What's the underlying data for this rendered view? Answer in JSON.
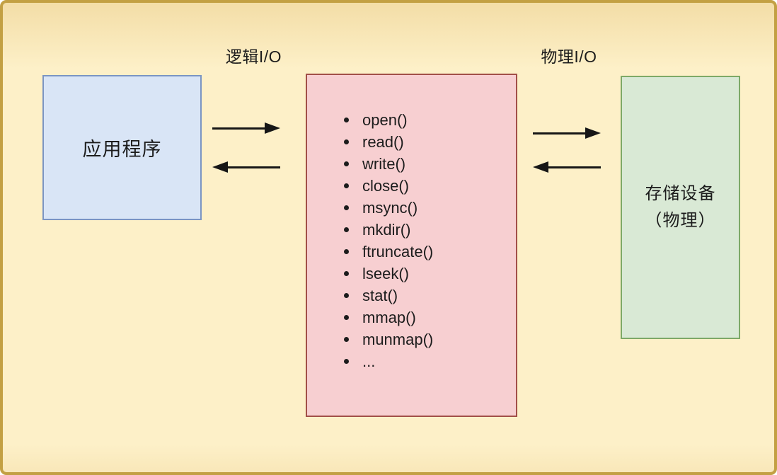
{
  "diagram": {
    "labels": {
      "logical_io": "逻辑I/O",
      "physical_io": "物理I/O"
    },
    "app_box": {
      "label": "应用程序"
    },
    "syscall_box": {
      "items": [
        "open()",
        "read()",
        "write()",
        "close()",
        "msync()",
        "mkdir()",
        "ftruncate()",
        "lseek()",
        "stat()",
        "mmap()",
        "munmap()",
        "..."
      ]
    },
    "storage_box": {
      "label_line1": "存储设备",
      "label_line2": "（物理）"
    },
    "colors": {
      "background": "#fdf0c8",
      "frame_border": "#c3a043",
      "app_fill": "#d9e5f6",
      "app_border": "#7b95c3",
      "syscall_fill": "#f7cfd1",
      "syscall_border": "#a14f48",
      "storage_fill": "#d9e9d5",
      "storage_border": "#7ea967",
      "arrow": "#161616",
      "text": "#1c1c1c"
    }
  }
}
